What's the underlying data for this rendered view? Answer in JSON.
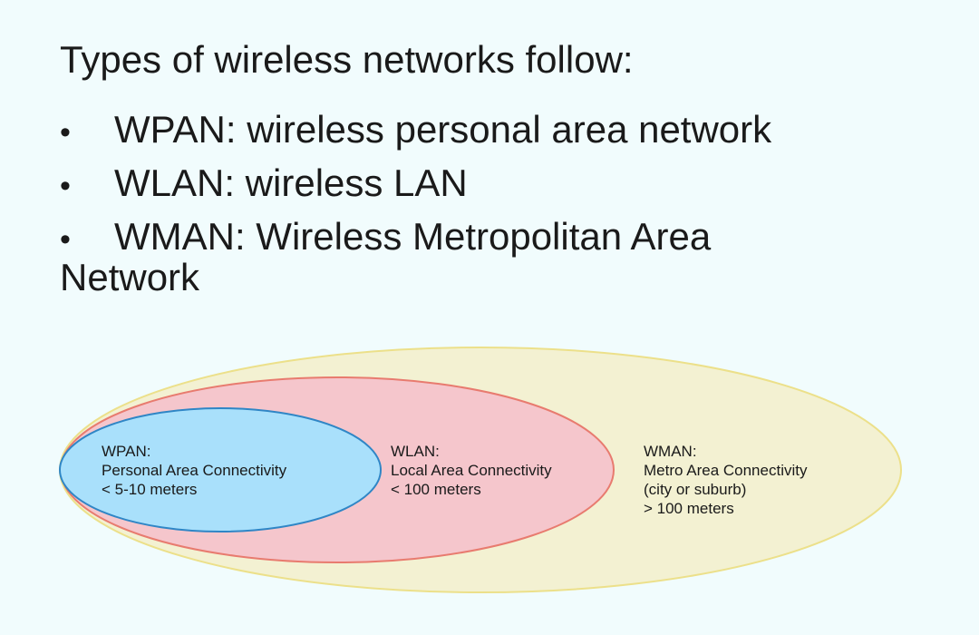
{
  "heading": "Types of wireless networks follow:",
  "bullets": [
    "WPAN: wireless personal area network",
    "WLAN: wireless LAN",
    "WMAN: Wireless Metropolitan Area"
  ],
  "bullet_continuation": "Network",
  "bullet_symbol": "•",
  "diagram": {
    "regions": [
      {
        "id": "wman",
        "fill": "#f3f1d2",
        "stroke": "#ece08a",
        "lines": [
          "WMAN:",
          "Metro Area Connectivity",
          "(city or suburb)",
          "> 100 meters"
        ]
      },
      {
        "id": "wlan",
        "fill": "#f5c6cc",
        "stroke": "#e87b6f",
        "lines": [
          "WLAN:",
          "Local Area Connectivity",
          "< 100 meters"
        ]
      },
      {
        "id": "wpan",
        "fill": "#a9e0fb",
        "stroke": "#2f86c6",
        "lines": [
          "WPAN:",
          "Personal Area Connectivity",
          "< 5-10 meters"
        ]
      }
    ]
  }
}
